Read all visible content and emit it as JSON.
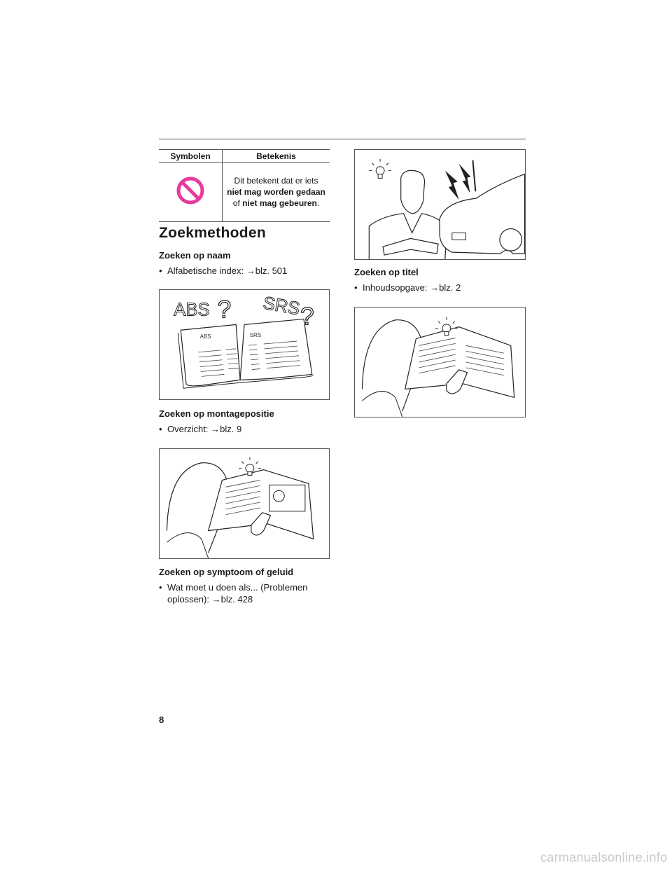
{
  "table": {
    "header_symbol": "Symbolen",
    "header_meaning": "Betekenis",
    "row_text_1": "Dit betekent dat er iets",
    "row_text_bold_1": "niet mag worden gedaan",
    "row_text_2": "of",
    "row_text_bold_2": "niet mag gebeuren",
    "row_text_3": ".",
    "prohibit_color": "#e83a9c"
  },
  "section_title": "Zoekmethoden",
  "items": [
    {
      "heading": "Zoeken op naam",
      "bullet": "Alfabetische index: →blz. 501"
    },
    {
      "heading": "Zoeken op montagepositie",
      "bullet": "Overzicht: →blz. 9"
    },
    {
      "heading": "Zoeken op symptoom of geluid",
      "bullet_line1": "Wat moet u doen als... (Problemen",
      "bullet_line2": "oplossen): →blz. 428"
    },
    {
      "heading": "Zoeken op titel",
      "bullet": "Inhoudsopgave: →blz. 2"
    }
  ],
  "figure_text": {
    "abs": "ABS",
    "srs": "SRS",
    "q": "?",
    "abs_small": "ABS",
    "srs_small": "SRS"
  },
  "page_number": "8",
  "watermark": "carmanualsonline.info"
}
